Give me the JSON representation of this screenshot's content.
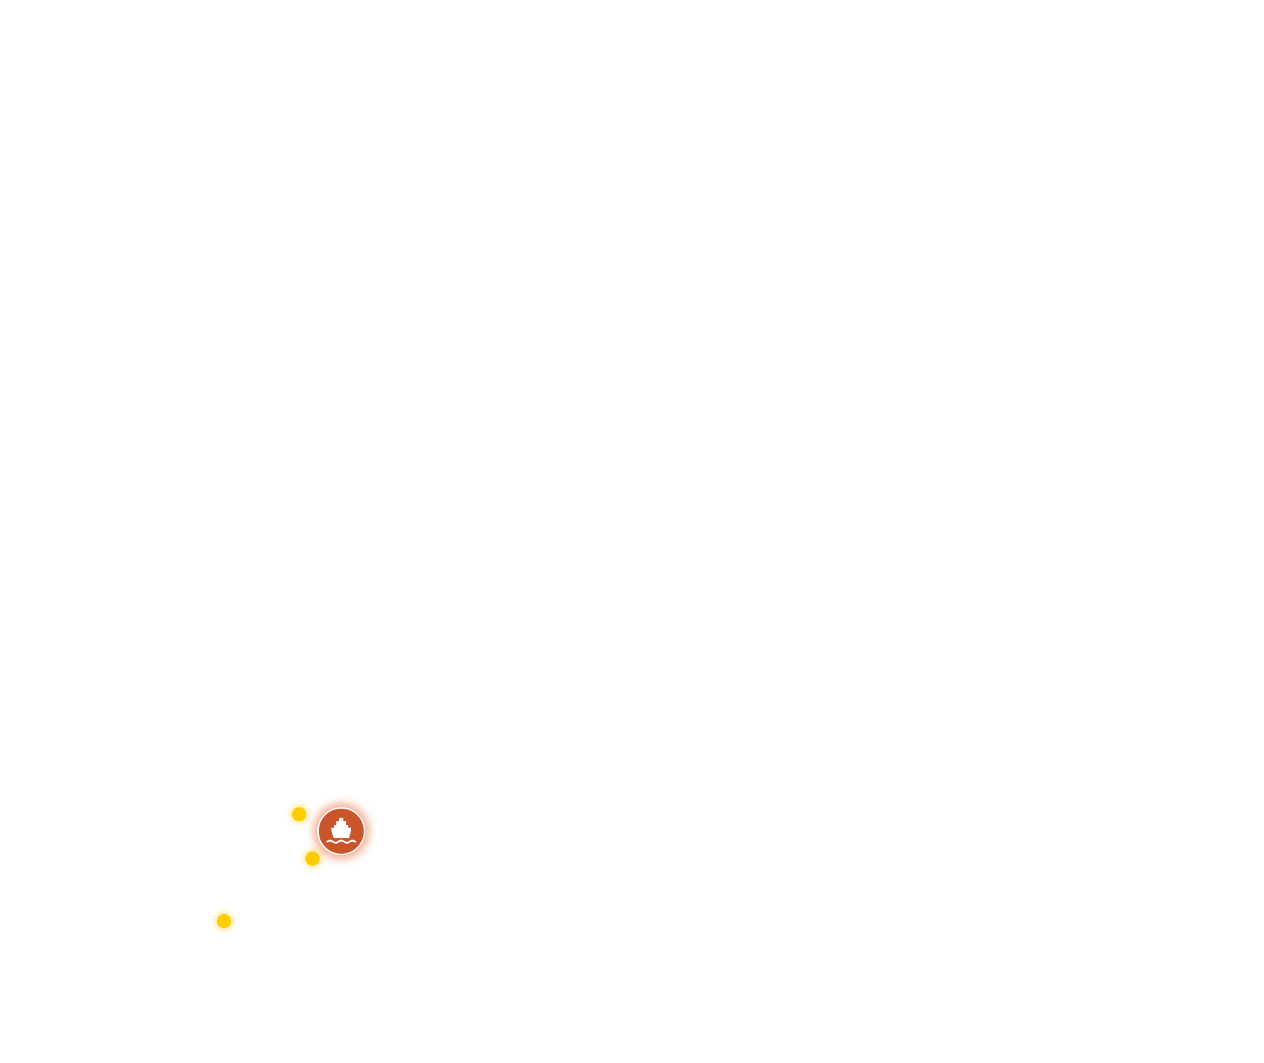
{
  "map": {
    "background_color": "#ffffff",
    "dot_color": "#ffcc00",
    "dots": [
      {
        "id": "dot-1",
        "icon": "location-dot-icon"
      },
      {
        "id": "dot-2",
        "icon": "location-dot-icon"
      },
      {
        "id": "dot-3",
        "icon": "location-dot-icon"
      }
    ],
    "port_marker": {
      "icon": "ship-icon",
      "color": "#c9562b",
      "icon_color": "#ffffff"
    }
  }
}
